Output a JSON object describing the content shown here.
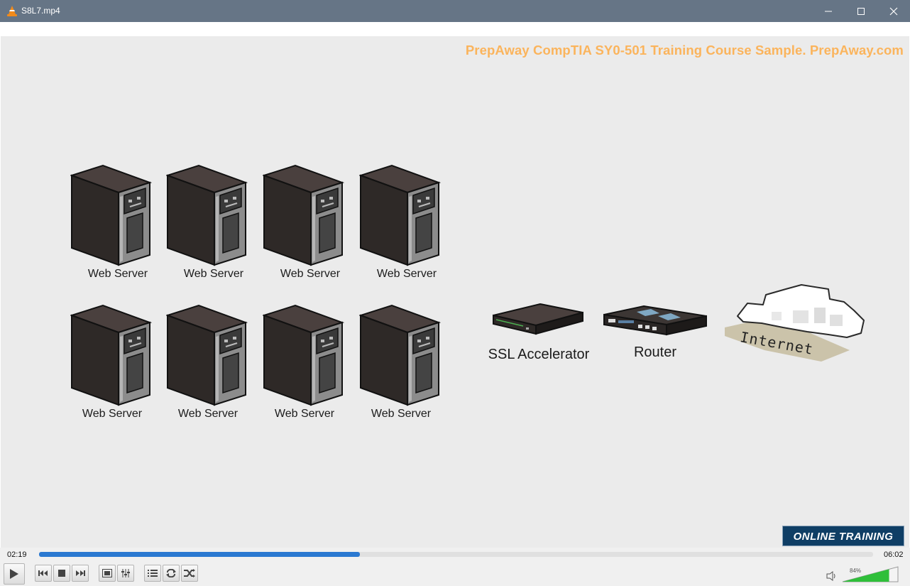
{
  "window": {
    "title": "S8L7.mp4"
  },
  "video": {
    "watermark": "PrepAway CompTIA SY0-501 Training Course Sample. PrepAway.com",
    "servers": [
      "Web Server",
      "Web Server",
      "Web Server",
      "Web Server",
      "Web Server",
      "Web Server",
      "Web Server",
      "Web Server"
    ],
    "devices": {
      "ssl_label": "SSL Accelerator",
      "router_label": "Router",
      "internet_label": "Internet"
    },
    "badge": "ONLINE TRAINING"
  },
  "player": {
    "current_time": "02:19",
    "total_time": "06:02",
    "progress": 0.385,
    "volume_label": "84%",
    "volume": 0.84,
    "accent": "#2b79d1",
    "volume_color": "#2fbf3a"
  },
  "controls": [
    "play-icon",
    "previous-icon",
    "stop-icon",
    "next-icon",
    "fullscreen-icon",
    "extended-settings-icon",
    "playlist-icon",
    "loop-icon",
    "shuffle-icon"
  ]
}
